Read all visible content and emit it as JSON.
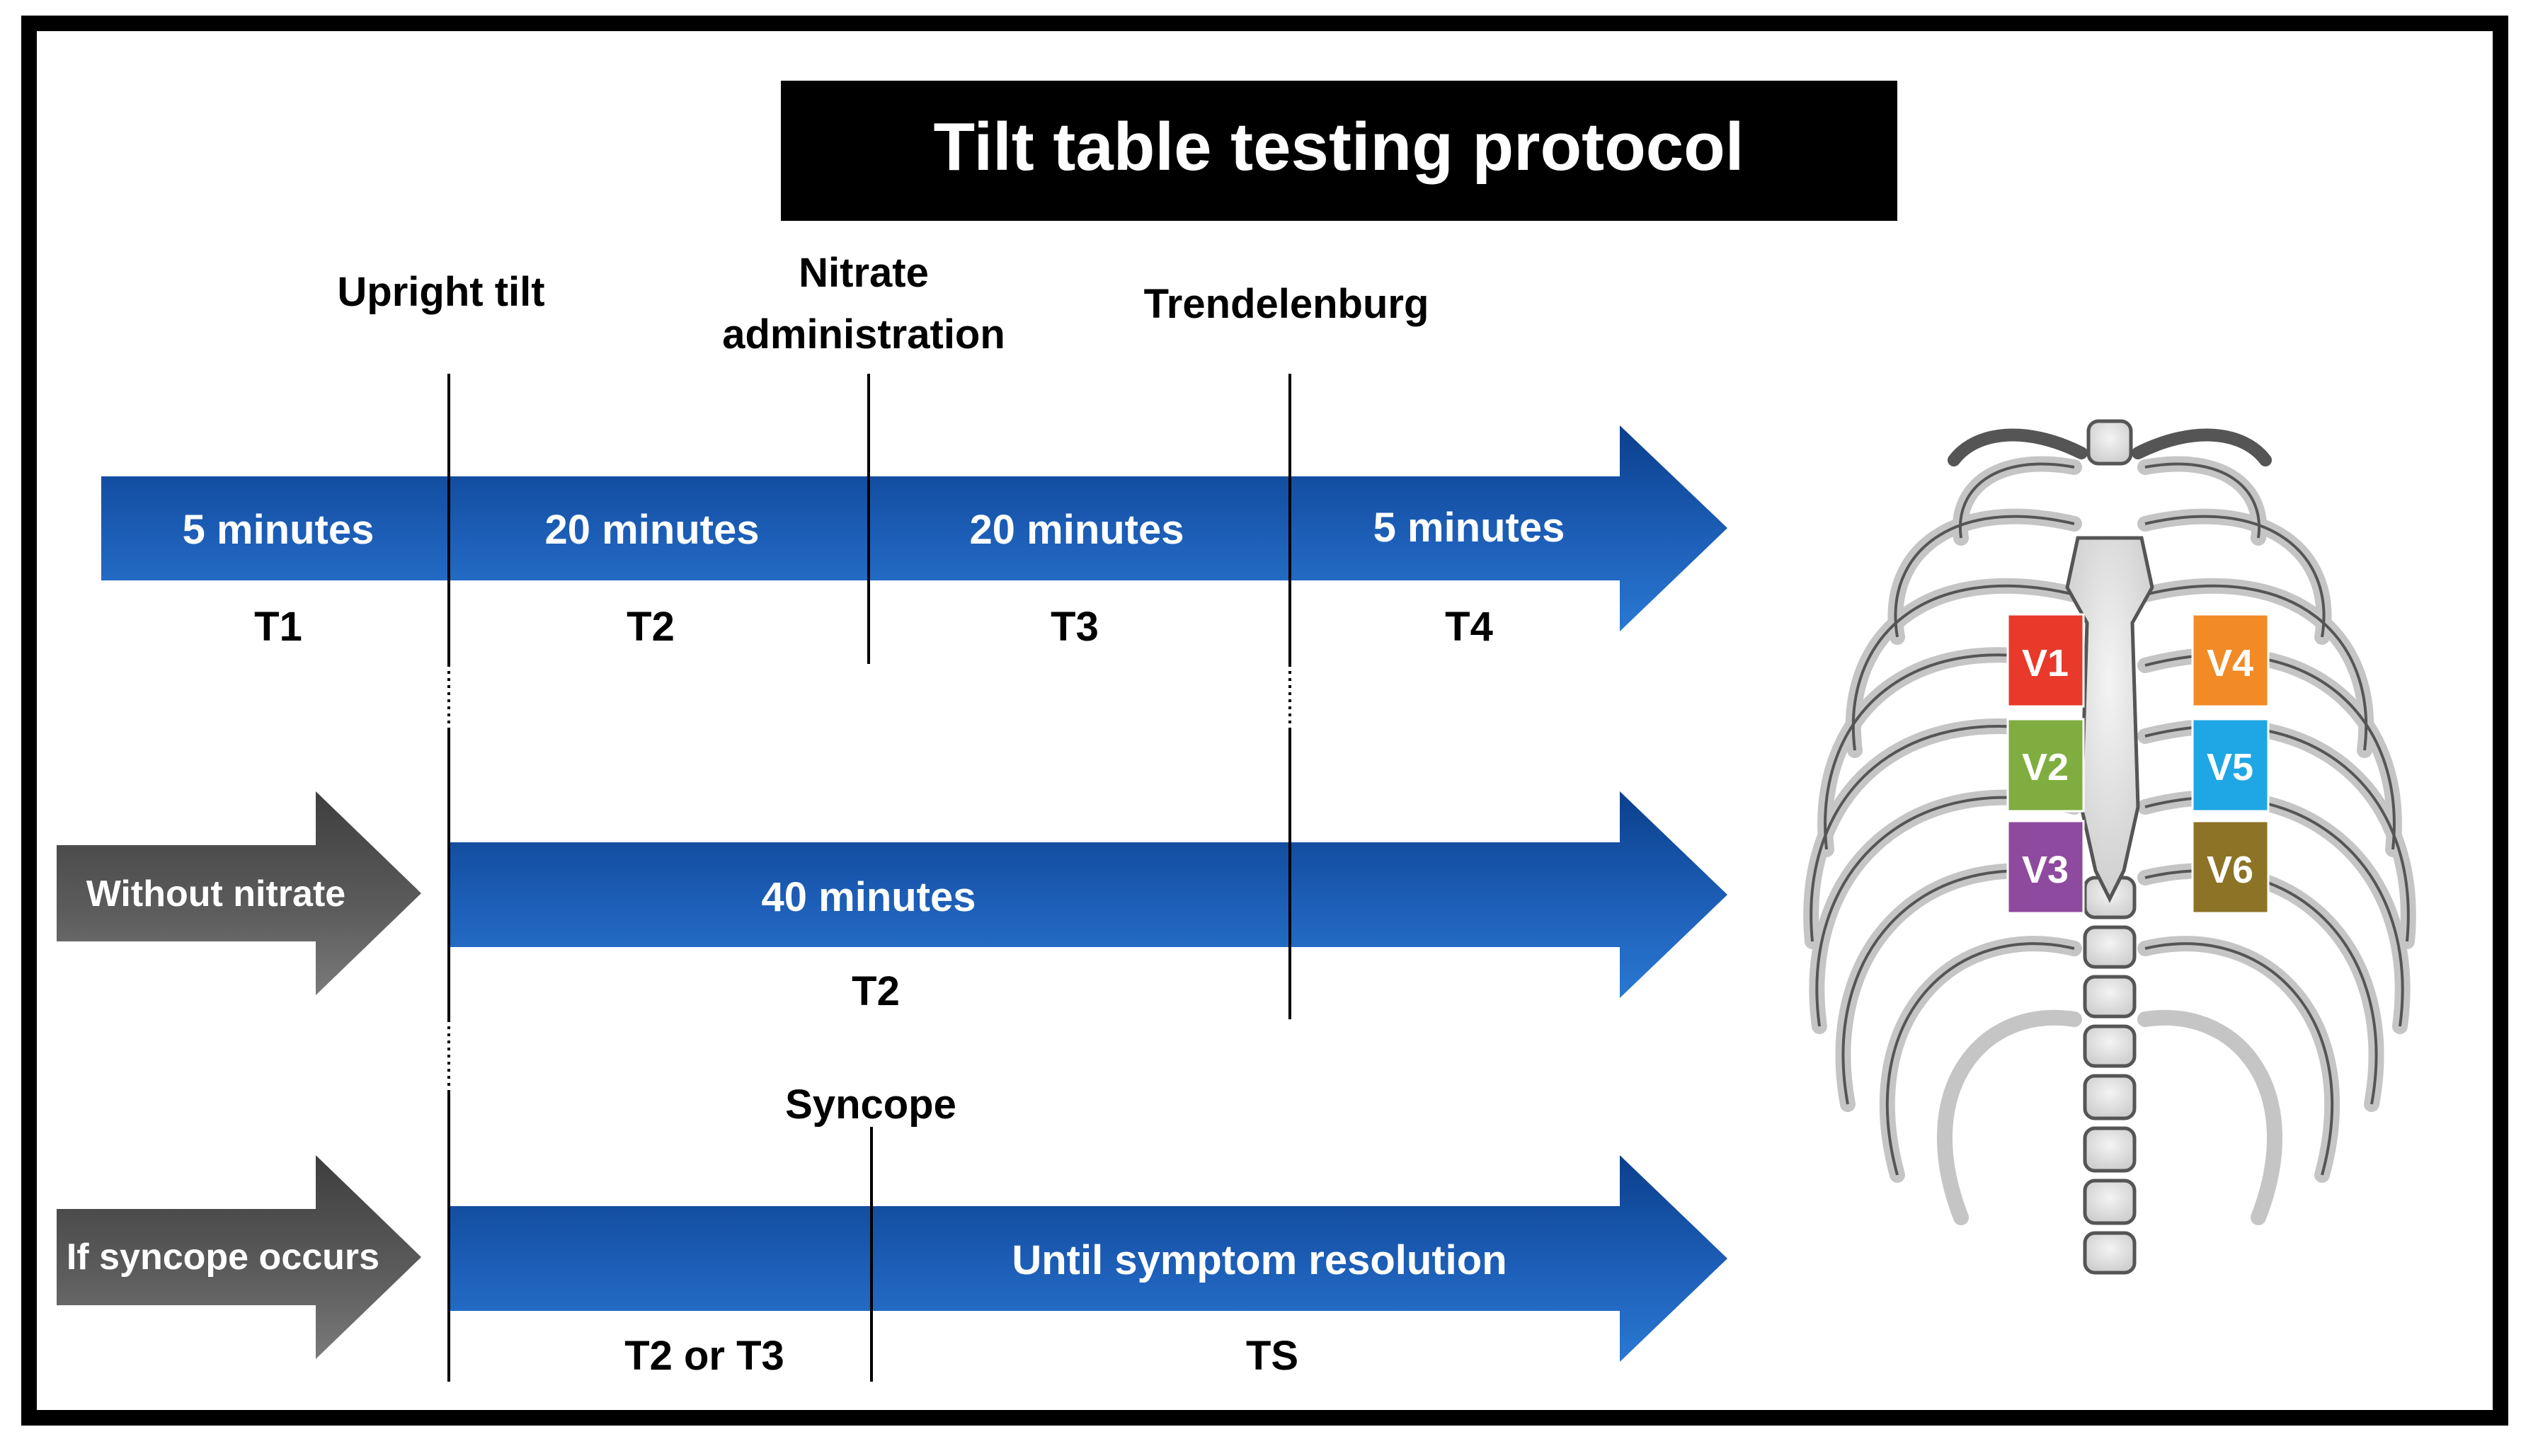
{
  "title": "Tilt table testing protocol",
  "events": {
    "upright_tilt": "Upright tilt",
    "nitrate_line1": "Nitrate",
    "nitrate_line2": "administration",
    "trendelenburg": "Trendelenburg",
    "syncope": "Syncope"
  },
  "rows": {
    "standard": {
      "segments": [
        {
          "duration": "5 minutes",
          "phase": "T1"
        },
        {
          "duration": "20 minutes",
          "phase": "T2"
        },
        {
          "duration": "20 minutes",
          "phase": "T3"
        },
        {
          "duration": "5 minutes",
          "phase": "T4"
        }
      ]
    },
    "without_nitrate": {
      "label": "Without nitrate",
      "duration": "40 minutes",
      "phase": "T2"
    },
    "syncope": {
      "label": "If syncope occurs",
      "duration": "Until symptom resolution",
      "phase_before": "T2 or T3",
      "phase_after": "TS"
    }
  },
  "leads": [
    {
      "label": "V1",
      "color": "#e8392b"
    },
    {
      "label": "V2",
      "color": "#7fad3f"
    },
    {
      "label": "V3",
      "color": "#8e4a9e"
    },
    {
      "label": "V4",
      "color": "#f28a26"
    },
    {
      "label": "V5",
      "color": "#1ea7e4"
    },
    {
      "label": "V6",
      "color": "#8c7325"
    }
  ],
  "colors": {
    "arrow_blue_dark": "#0b3f8c",
    "arrow_blue_light": "#2a78d2",
    "arrow_gray_dark": "#3e3e3e",
    "arrow_gray_light": "#7a7a7a"
  }
}
